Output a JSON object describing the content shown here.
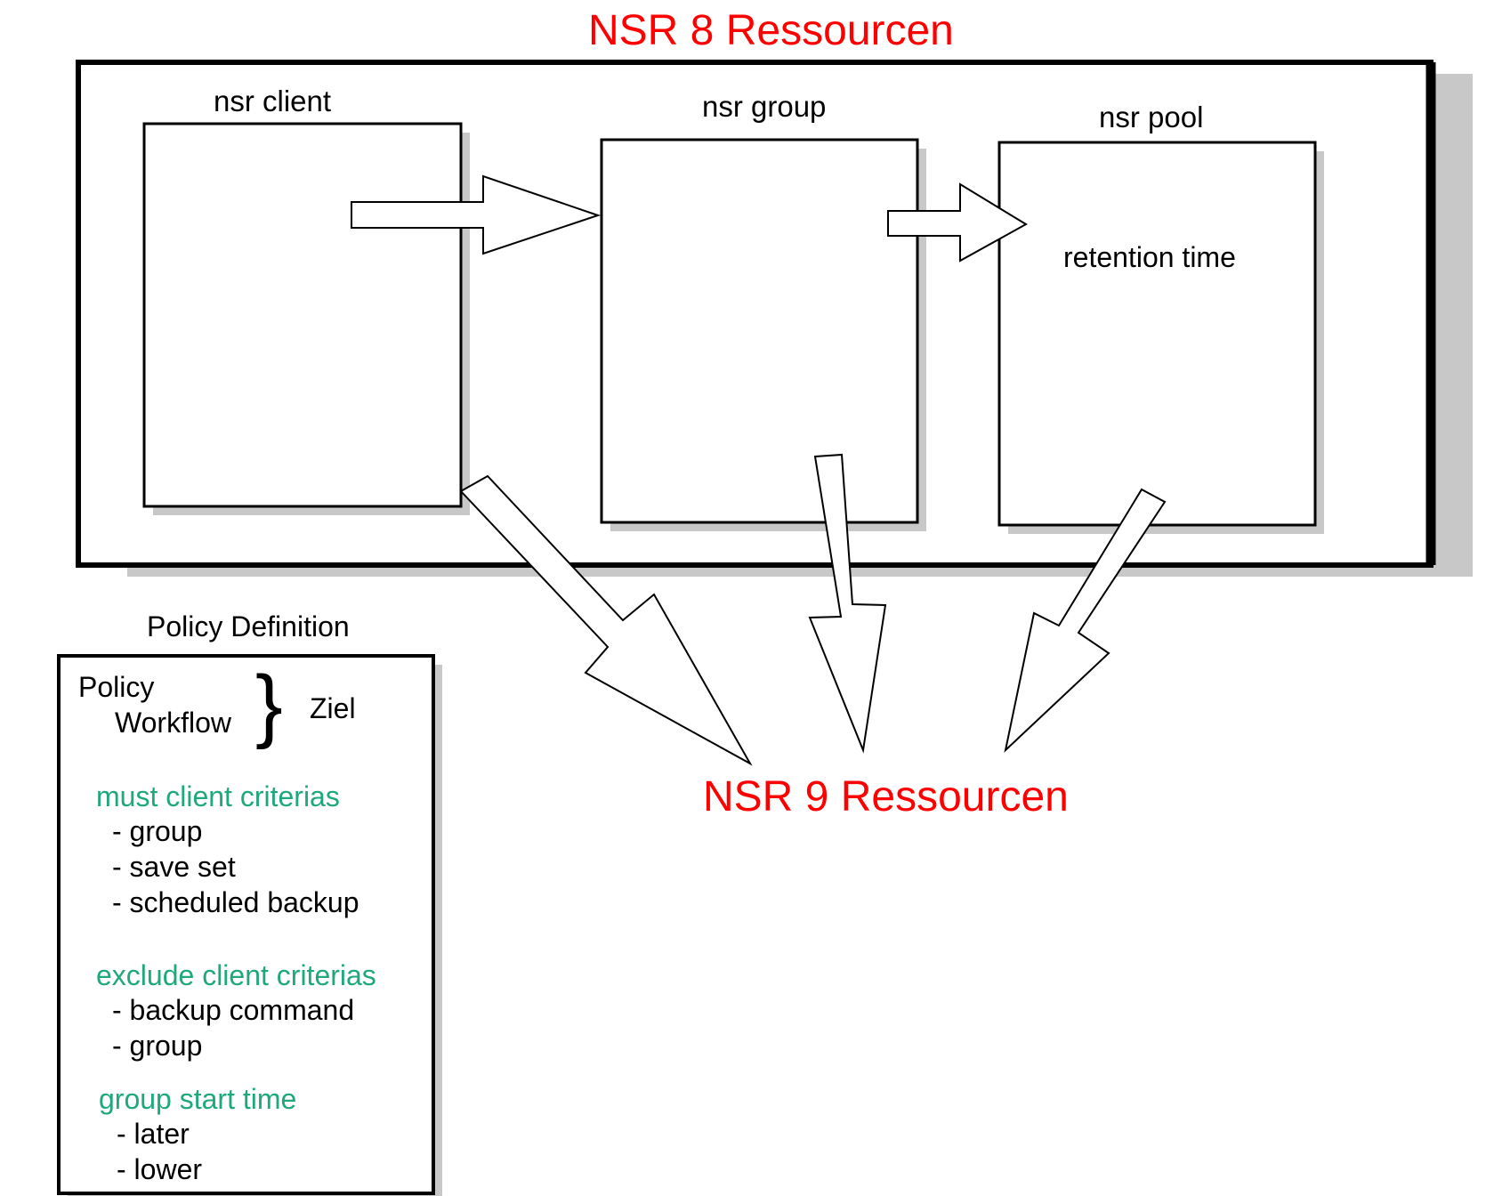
{
  "nsr8": {
    "title": "NSR 8 Ressourcen",
    "resources": [
      {
        "label": "nsr client"
      },
      {
        "label": "nsr group"
      },
      {
        "label": "nsr pool",
        "content": "retention time"
      }
    ]
  },
  "nsr9": {
    "title": "NSR 9 Ressourcen"
  },
  "policy": {
    "heading": "Policy Definition",
    "policy_label": "Policy",
    "workflow_label": "Workflow",
    "brace": "}",
    "target_label": "Ziel",
    "sections": [
      {
        "heading": "must client criterias",
        "items": [
          "- group",
          "- save set",
          "- scheduled backup"
        ]
      },
      {
        "heading": "exclude client criterias",
        "items": [
          "- backup command",
          "- group"
        ]
      },
      {
        "heading": "group start time",
        "items": [
          "- later",
          "- lower"
        ]
      }
    ]
  },
  "colors": {
    "title": "#ff0000",
    "section_heading": "#1ea87c",
    "shadow": "#c8c8c8",
    "border": "#000000"
  }
}
